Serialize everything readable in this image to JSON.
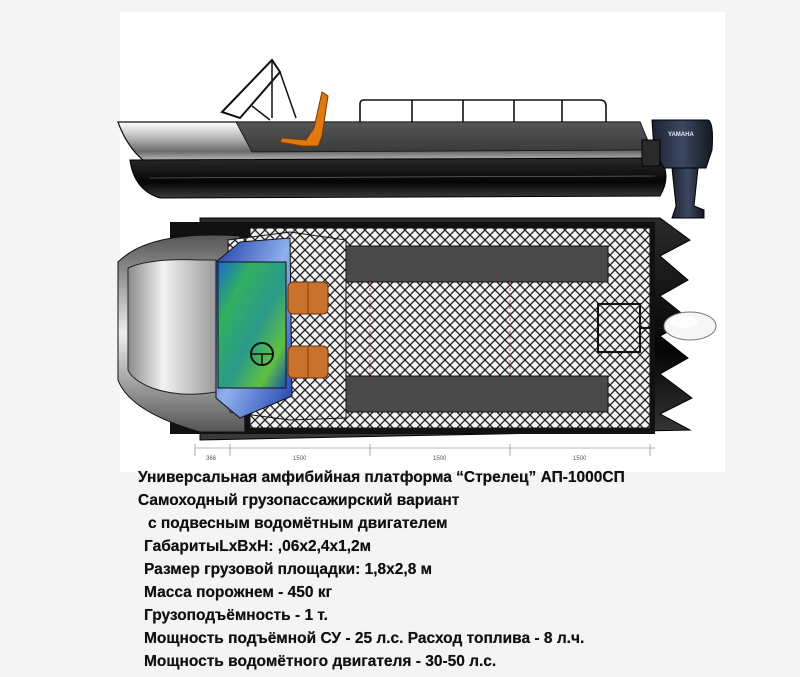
{
  "specs": {
    "title": "Универсальная амфибийная платформа “Стрелец” АП-1000СП",
    "variant": "Самоходный грузопассажирский вариант",
    "engine": "с подвесным водомётным двигателем",
    "dimensions": "ГабаритыLxBxH: ,06x2,4x1,2м",
    "platform_size": "Размер грузовой площадки: 1,8x2,8 м",
    "empty_mass": "Масса порожнем - 450 кг",
    "payload": "Грузоподъёмность - 1 т.",
    "lift_power": "Мощность подъёмной СУ - 25 л.с. Расход топлива - 8 л.ч.",
    "jet_power": "Мощность водомётного двигателя - 30-50 л.с."
  },
  "drawing": {
    "engine_brand": "YAMAHA",
    "dimension_labels": [
      "366",
      "1500",
      "1500",
      "1500"
    ],
    "colors": {
      "hull_dark": "#4a4a4a",
      "hull_black": "#111111",
      "seat_orange": "#e07a10",
      "cushion_brown": "#c8722e",
      "windshield_green": "#3aa04a",
      "windshield_blue": "#2060c0"
    }
  }
}
